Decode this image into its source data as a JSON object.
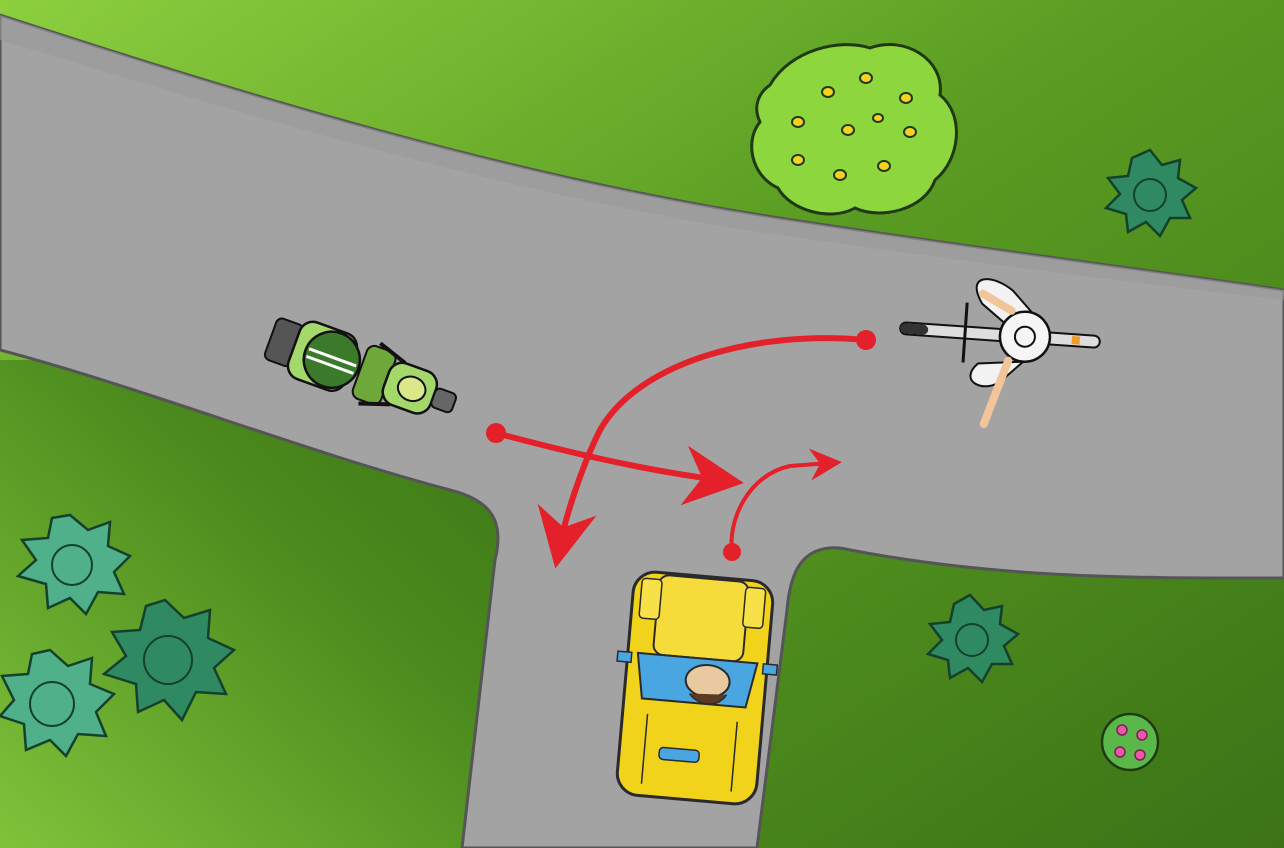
{
  "scene": {
    "colors": {
      "grass_light": "#86c83a",
      "grass_dark": "#3f7a18",
      "road": "#a3a3a3",
      "road_edge": "#555555",
      "arrow": "#e4202a",
      "car_body": "#f2d31c",
      "car_window": "#4aa6e0",
      "motorcycle": "#7cb83a",
      "bush_dark": "#2f8a62",
      "bush_light": "#4fb08a",
      "tree_green": "#8ed63e",
      "fruit_yellow": "#f7d21e",
      "flower_pink": "#e85aa8"
    },
    "objects": {
      "tree": "tree-with-yellow-fruit",
      "motorcycle": "motorcyclist-top-view",
      "cyclist": "cyclist-top-view",
      "car": "yellow-car-top-view",
      "bushes": "decorative-shrubs"
    },
    "arrows": [
      {
        "from": "cyclist",
        "to": "side-road",
        "meaning": "left-turn-path"
      },
      {
        "from": "motorcycle",
        "to": "main-road-right",
        "meaning": "straight-path"
      },
      {
        "from": "car",
        "to": "main-road-right",
        "meaning": "right-turn-path"
      }
    ]
  }
}
